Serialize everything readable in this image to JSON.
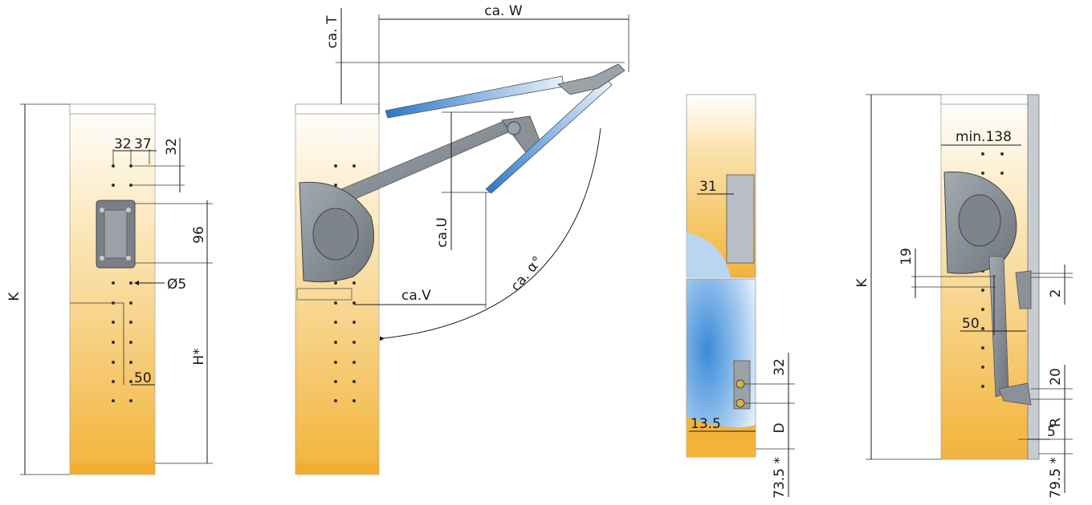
{
  "figures": {
    "fig1": {
      "K": "K",
      "hole_spacing_a": "32",
      "hole_spacing_b": "37",
      "hole_spacing_vertical": "32",
      "bracket_height": "96",
      "hole_diameter": "Ø5",
      "H": "H*",
      "offset": "50"
    },
    "fig2": {
      "T": "ca. T",
      "W": "ca. W",
      "U": "ca.U",
      "V": "ca.V",
      "alpha": "ca. α°"
    },
    "fig3": {
      "top": "31",
      "spacing": "32",
      "D": "D",
      "side": "13.5",
      "bottom": "73.5 *"
    },
    "fig4": {
      "min_width": "min.138",
      "K": "K",
      "a": "19",
      "b": "2",
      "offset": "50",
      "c": "20",
      "R": "R",
      "d": "5",
      "bottom": "79.5 *"
    }
  },
  "colors": {
    "cabinet_top": "#ffffff",
    "cabinet_bottom": "#f3b53f",
    "mechanism": "#8c939b",
    "flap_blue": "#2f7fd1",
    "line": "#1a1a1a"
  }
}
